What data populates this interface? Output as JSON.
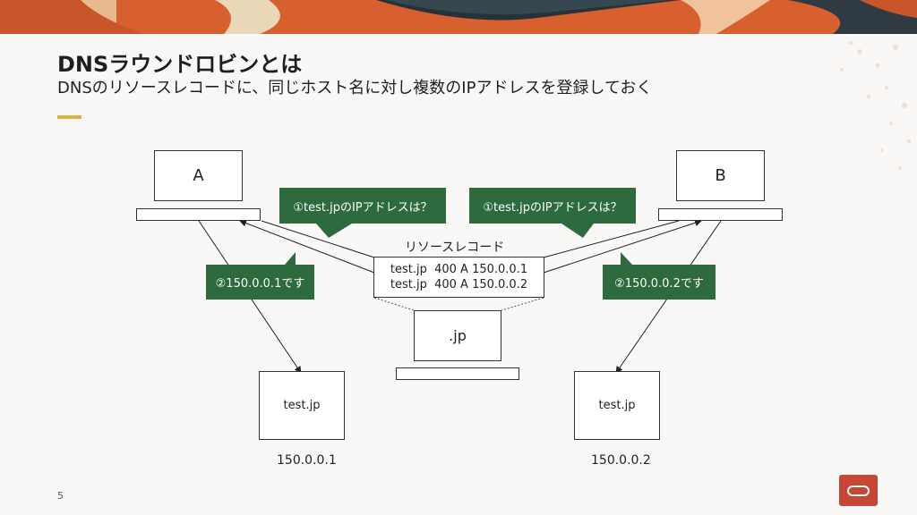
{
  "slide": {
    "title": "DNSラウンドロビンとは",
    "subtitle": "DNSのリソースレコードに、同じホスト名に対し複数のIPアドレスを登録しておく",
    "page_number": "5"
  },
  "diagram": {
    "client_a": "A",
    "client_b": "B",
    "jp_server": ".jp",
    "server_left": "test.jp",
    "server_right": "test.jp",
    "ip_left": "150.0.0.1",
    "ip_right": "150.0.0.2",
    "resource_record_title": "リソースレコード",
    "resource_records": [
      "test.jp  400 A 150.0.0.1",
      "test.jp  400 A 150.0.0.2"
    ],
    "query_left": "①test.jpのIPアドレスは？",
    "query_right": "①test.jpのIPアドレスは？",
    "answer_left": "②150.0.0.1です",
    "answer_right": "②150.0.0.2です"
  },
  "colors": {
    "callout_green": "#2d6a3e",
    "accent_yellow": "#e3b23c",
    "logo_red": "#c74634"
  }
}
